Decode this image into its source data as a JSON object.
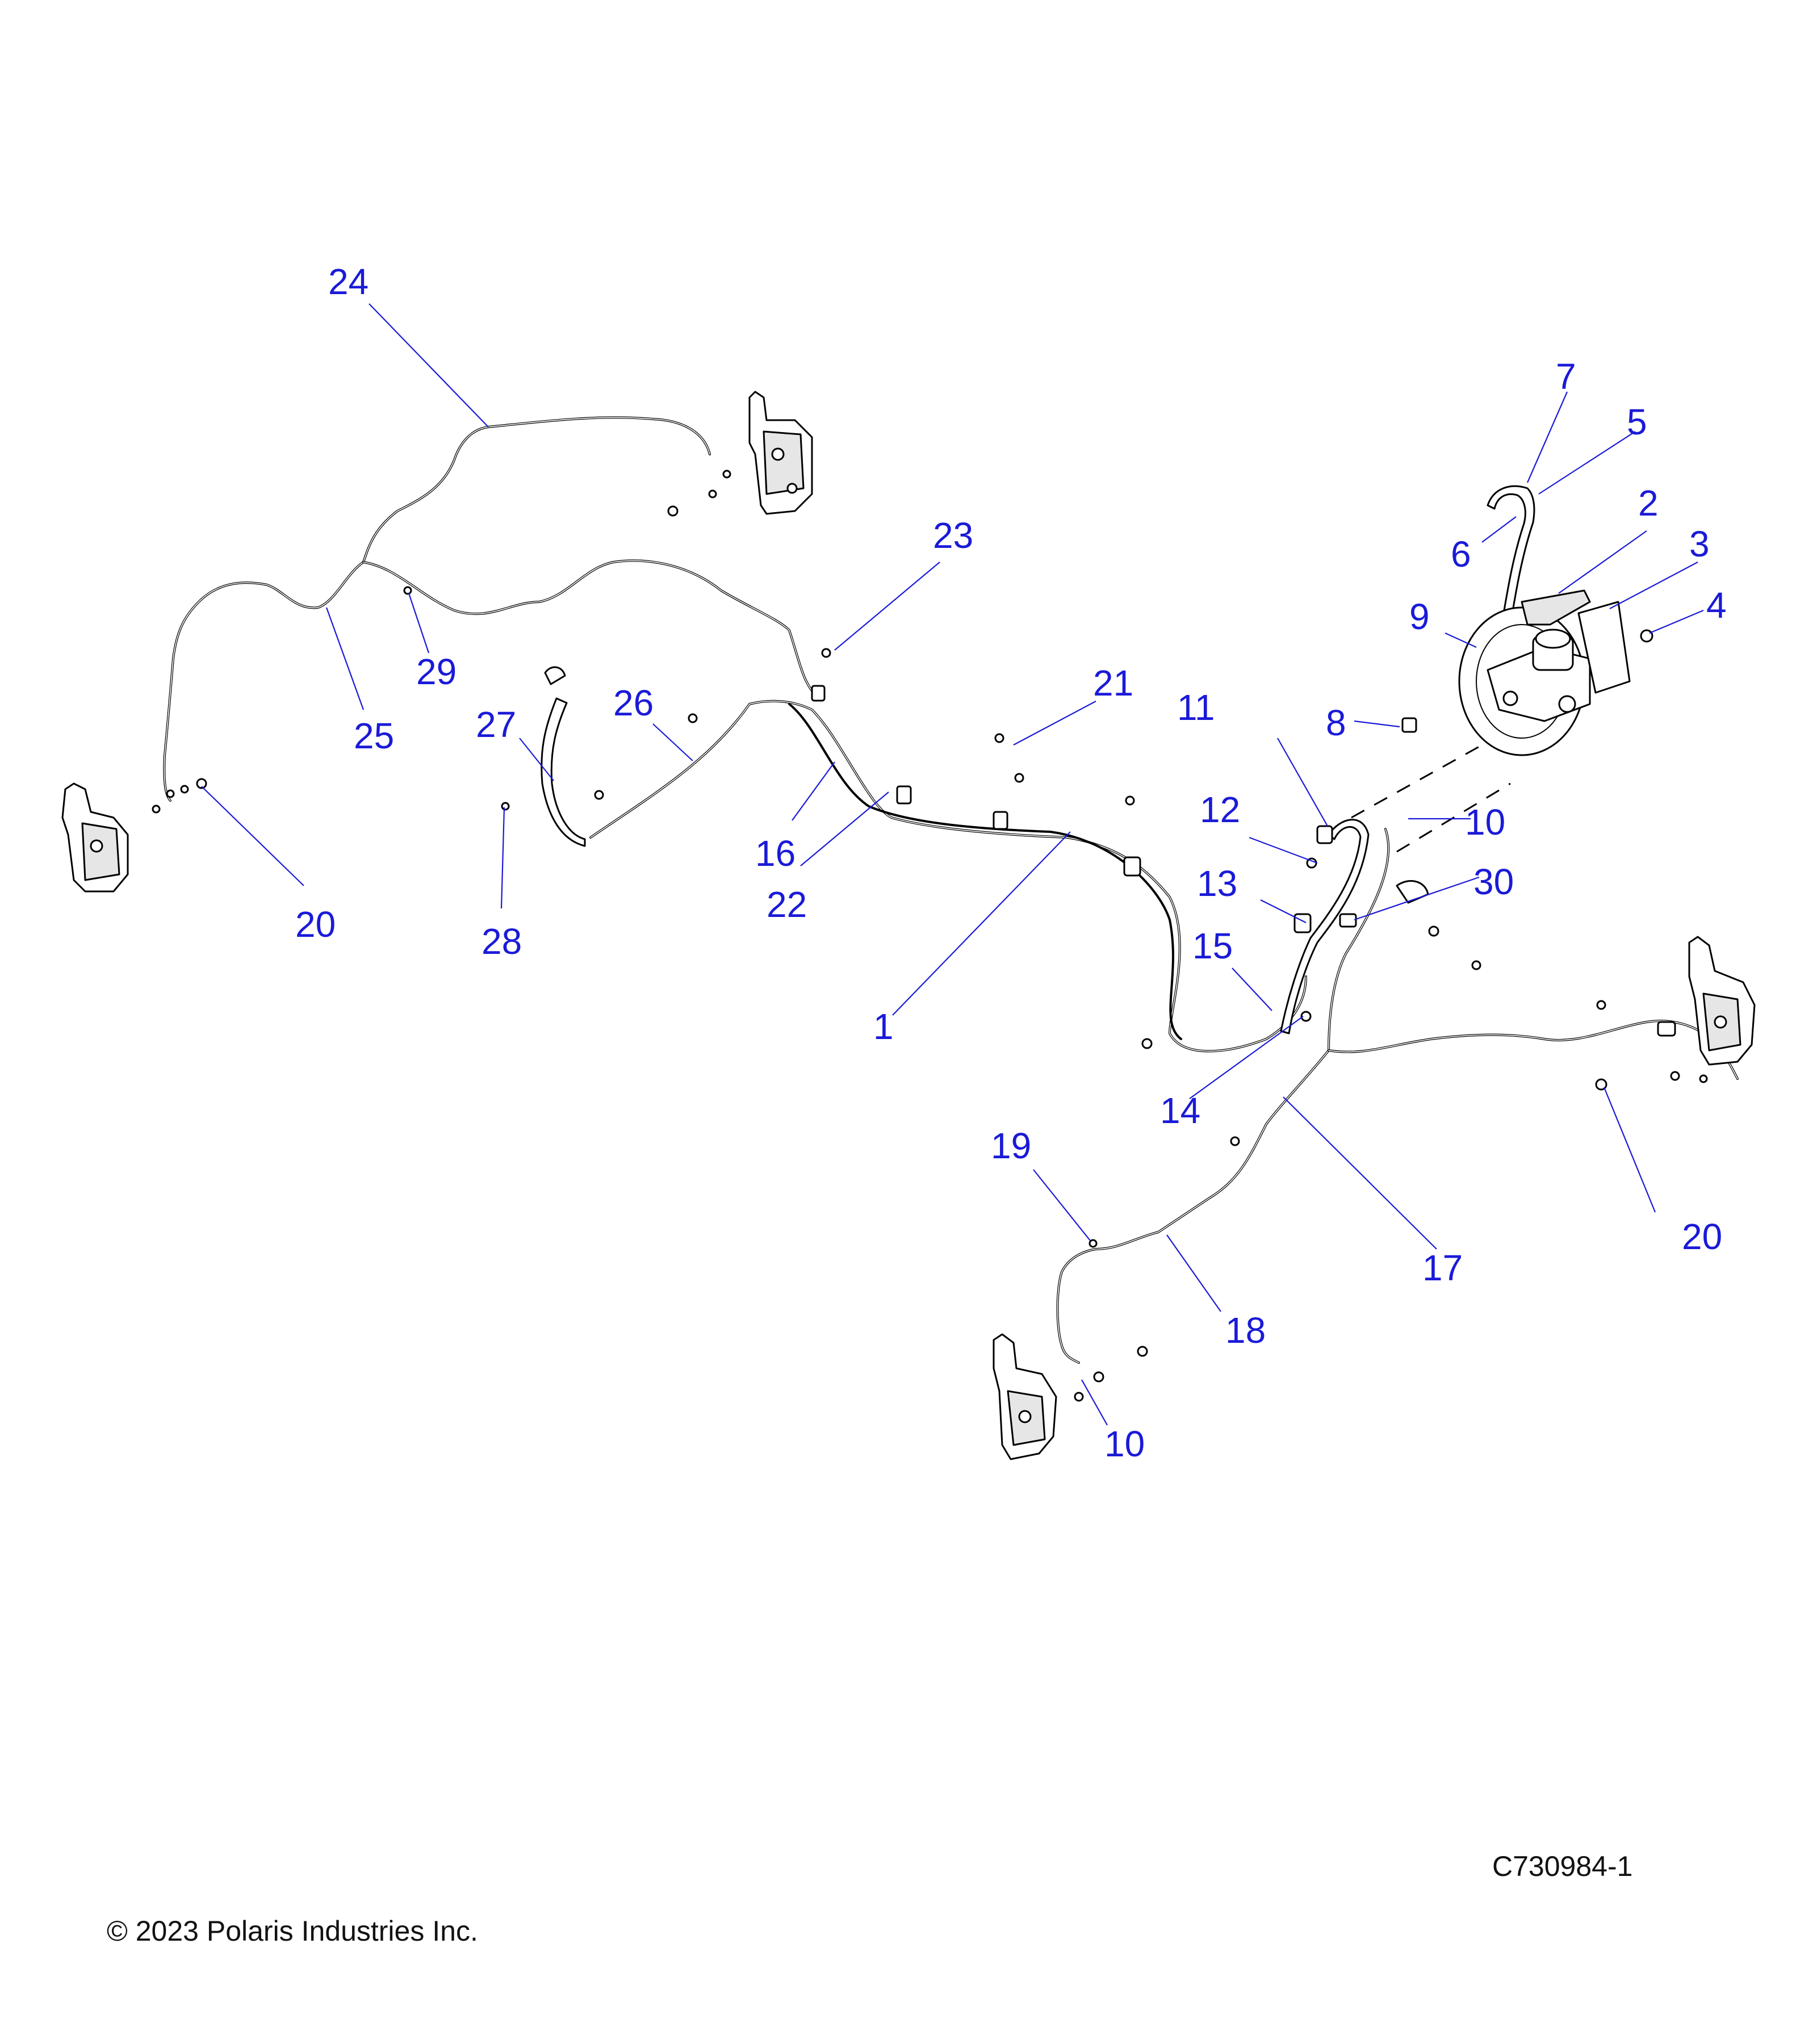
{
  "drawing_number": "C730984-1",
  "copyright": "© 2023 Polaris Industries Inc.",
  "callouts": {
    "c1": "1",
    "c2": "2",
    "c3": "3",
    "c4": "4",
    "c5": "5",
    "c6": "6",
    "c7": "7",
    "c8": "8",
    "c9": "9",
    "c10a": "10",
    "c10b": "10",
    "c11": "11",
    "c12": "12",
    "c13": "13",
    "c14": "14",
    "c15": "15",
    "c16": "16",
    "c17": "17",
    "c18": "18",
    "c19": "19",
    "c20a": "20",
    "c20b": "20",
    "c21": "21",
    "c22": "22",
    "c23": "23",
    "c24": "24",
    "c25": "25",
    "c26": "26",
    "c27": "27",
    "c28": "28",
    "c29": "29",
    "c30": "30"
  },
  "colors": {
    "callout": "#1a1ad8",
    "linework": "#000000",
    "background": "#ffffff"
  }
}
